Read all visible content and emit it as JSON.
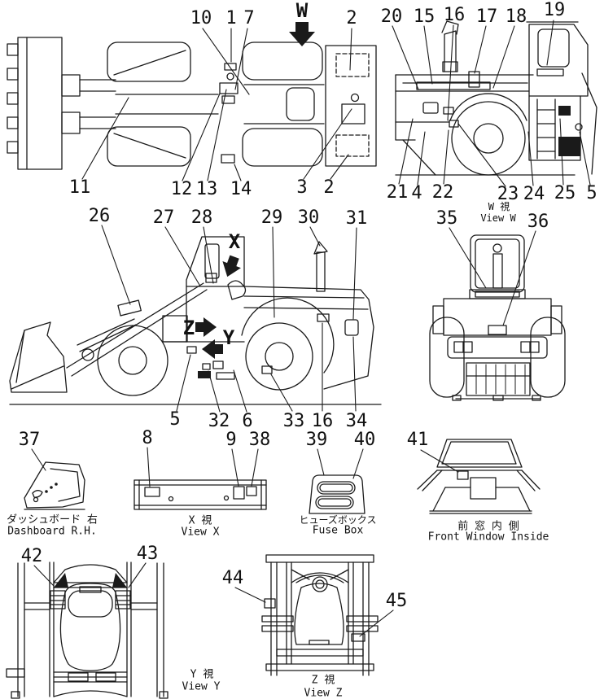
{
  "doc": {
    "background": "#ffffff",
    "line_color": "#1a1a1a",
    "description": "Wheel loader marks and plates parts diagram with numbered callouts"
  },
  "callouts": {
    "n10": "10",
    "n1": "1",
    "n7": "7",
    "n2_top": "2",
    "n20": "20",
    "n15": "15",
    "n16_top": "16",
    "n17": "17",
    "n18": "18",
    "n19": "19",
    "n11": "11",
    "n12": "12",
    "n13": "13",
    "n14": "14",
    "n3": "3",
    "n2_bottom": "2",
    "n21": "21",
    "n4": "4",
    "n22": "22",
    "n23": "23",
    "n24": "24",
    "n25": "25",
    "n5_right": "5",
    "n26": "26",
    "n27": "27",
    "n28": "28",
    "n29": "29",
    "n30": "30",
    "n31": "31",
    "n35": "35",
    "n36": "36",
    "n5_mid": "5",
    "n32": "32",
    "n6": "6",
    "n33": "33",
    "n16_mid": "16",
    "n34": "34",
    "n37": "37",
    "n8": "8",
    "n9": "9",
    "n38": "38",
    "n39": "39",
    "n40": "40",
    "n41": "41",
    "n42": "42",
    "n43": "43",
    "n44": "44",
    "n45": "45"
  },
  "markers": {
    "w": "W",
    "x": "X",
    "y": "Y",
    "z": "Z"
  },
  "captions": {
    "view_w": {
      "jp": "W 視",
      "en": "View W"
    },
    "dashboard": {
      "jp": "ダッシュボード 右",
      "en": "Dashboard R.H."
    },
    "view_x": {
      "jp": "X 視",
      "en": "View X"
    },
    "fuse_box": {
      "jp": "ヒューズボックス",
      "en": "Fuse Box"
    },
    "front_window": {
      "jp": "前 窓 内 側",
      "en": "Front Window Inside"
    },
    "view_y": {
      "jp": "Y 視",
      "en": "View Y"
    },
    "view_z": {
      "jp": "Z 視",
      "en": "View Z"
    }
  }
}
